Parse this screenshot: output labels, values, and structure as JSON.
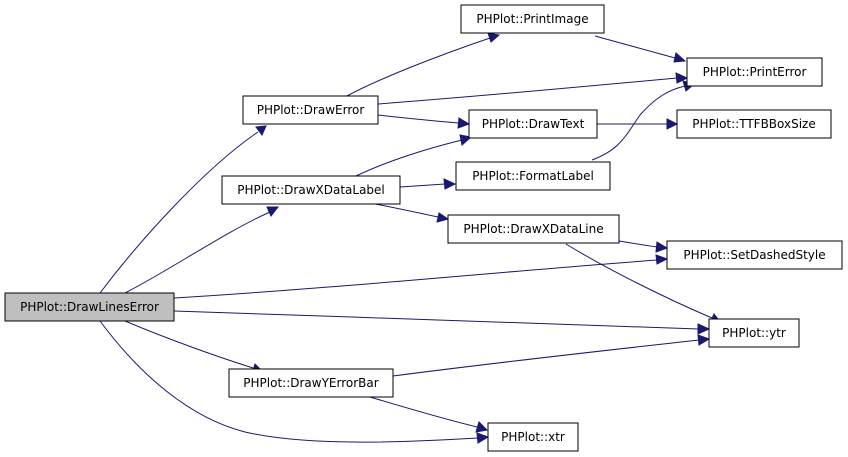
{
  "diagram": {
    "root": "drawlineserror",
    "colors": {
      "edge": "#191970",
      "root_fill": "#bfbfbf",
      "node_fill": "#ffffff",
      "node_border": "#000000"
    },
    "nodes": {
      "drawlineserror": "PHPlot::DrawLinesError",
      "drawerror": "PHPlot::DrawError",
      "drawxdatalabel": "PHPlot::DrawXDataLabel",
      "drawyerrorbar": "PHPlot::DrawYErrorBar",
      "printimage": "PHPlot::PrintImage",
      "drawtext": "PHPlot::DrawText",
      "formatlabel": "PHPlot::FormatLabel",
      "drawxdataline": "PHPlot::DrawXDataLine",
      "xtr": "PHPlot::xtr",
      "printerror": "PHPlot::PrintError",
      "ttfbboxsize": "PHPlot::TTFBBoxSize",
      "setdashedstyle": "PHPlot::SetDashedStyle",
      "ytr": "PHPlot::ytr"
    },
    "edges": [
      [
        "drawlineserror",
        "drawerror"
      ],
      [
        "drawlineserror",
        "drawxdatalabel"
      ],
      [
        "drawlineserror",
        "setdashedstyle"
      ],
      [
        "drawlineserror",
        "ytr"
      ],
      [
        "drawlineserror",
        "drawyerrorbar"
      ],
      [
        "drawlineserror",
        "xtr"
      ],
      [
        "drawerror",
        "printimage"
      ],
      [
        "drawerror",
        "printerror"
      ],
      [
        "drawerror",
        "drawtext"
      ],
      [
        "printimage",
        "printerror"
      ],
      [
        "drawtext",
        "ttfbboxsize"
      ],
      [
        "drawxdatalabel",
        "drawtext"
      ],
      [
        "drawxdatalabel",
        "formatlabel"
      ],
      [
        "drawxdatalabel",
        "drawxdataline"
      ],
      [
        "formatlabel",
        "printerror"
      ],
      [
        "drawxdataline",
        "setdashedstyle"
      ],
      [
        "drawxdataline",
        "ytr"
      ],
      [
        "drawyerrorbar",
        "ytr"
      ],
      [
        "drawyerrorbar",
        "xtr"
      ]
    ]
  }
}
